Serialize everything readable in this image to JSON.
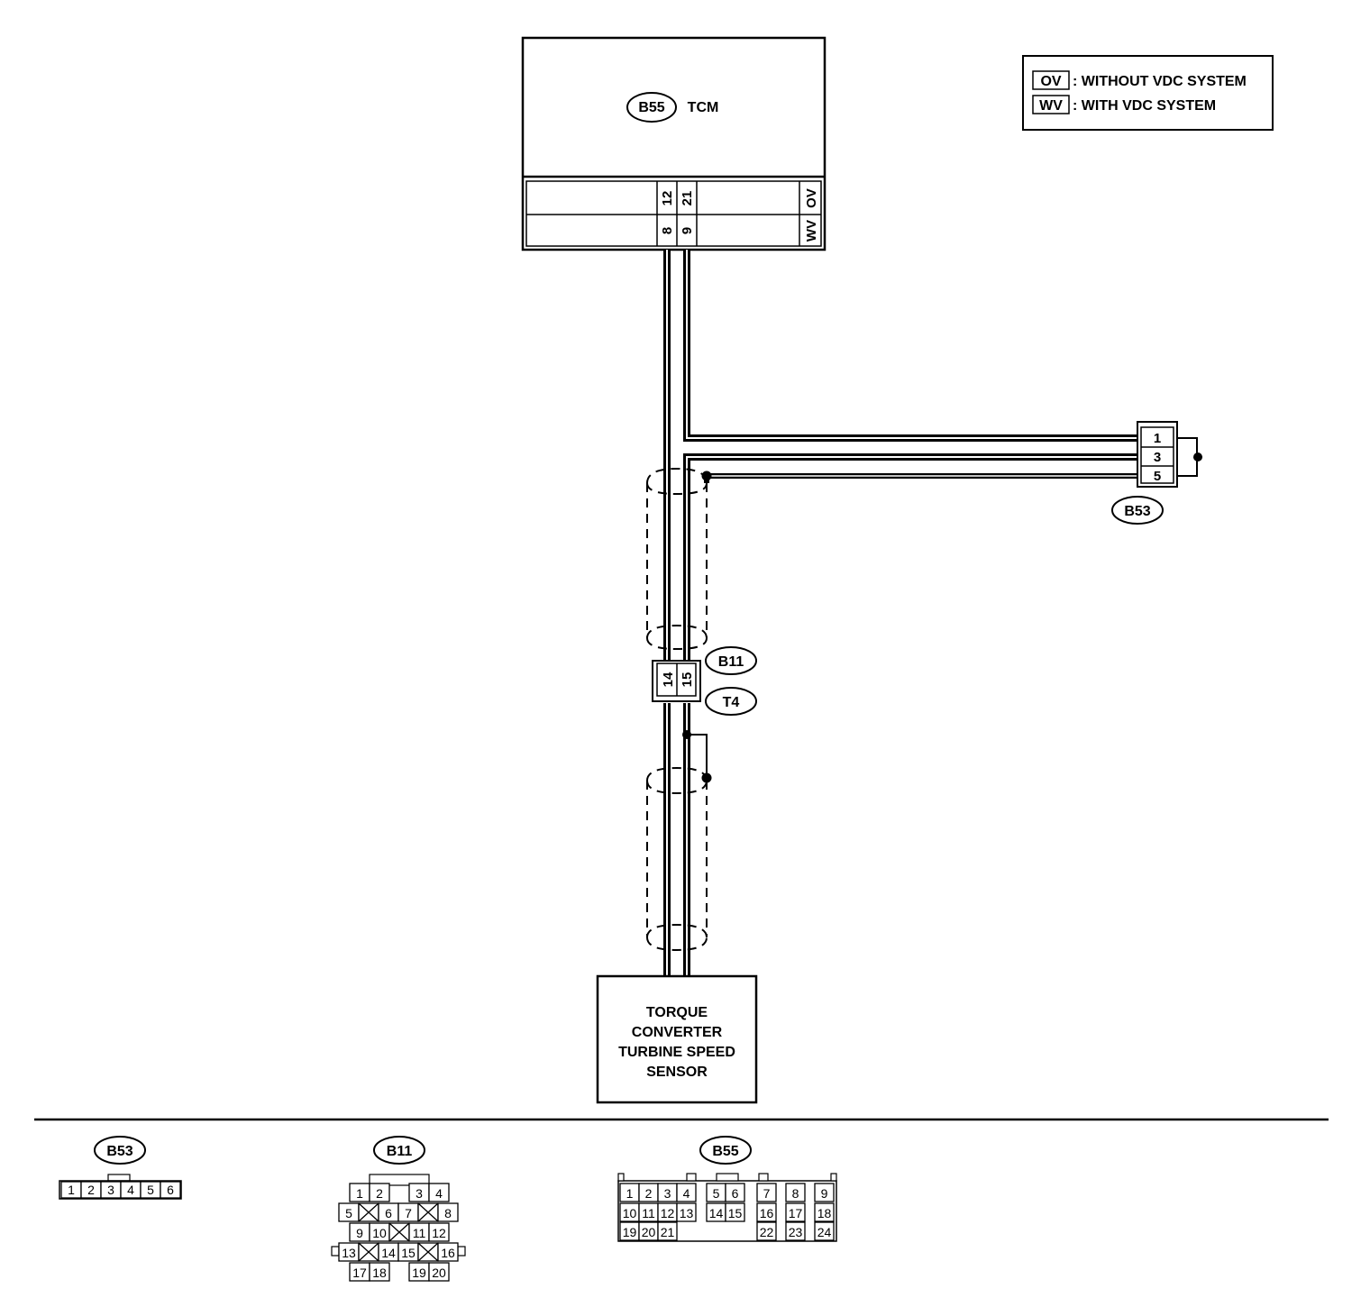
{
  "tcm": {
    "connector_id": "B55",
    "name": "TCM",
    "rows": [
      {
        "pins": [
          "12",
          "21"
        ],
        "variant": "OV"
      },
      {
        "pins": [
          "8",
          "9"
        ],
        "variant": "WV"
      }
    ]
  },
  "legend": [
    {
      "code": "OV",
      "text": ": WITHOUT VDC SYSTEM"
    },
    {
      "code": "WV",
      "text": ": WITH VDC SYSTEM"
    }
  ],
  "joint_connector": {
    "ids": [
      "B11",
      "T4"
    ],
    "pins": [
      "14",
      "15"
    ]
  },
  "b53_side": {
    "connector_id": "B53",
    "pins": [
      "1",
      "3",
      "5"
    ]
  },
  "sensor": {
    "lines": [
      "TORQUE",
      "CONVERTER",
      "TURBINE SPEED",
      "SENSOR"
    ]
  },
  "connector_faces": {
    "b53": {
      "id": "B53",
      "pins": [
        "1",
        "2",
        "3",
        "4",
        "5",
        "6"
      ]
    },
    "b11": {
      "id": "B11",
      "row1": [
        "1",
        "2",
        "3",
        "4"
      ],
      "row2": [
        "5",
        "6",
        "7",
        "8"
      ],
      "row3": [
        "9",
        "10",
        "11",
        "12"
      ],
      "row4": [
        "13",
        "14",
        "15",
        "16"
      ],
      "row5": [
        "17",
        "18",
        "19",
        "20"
      ]
    },
    "b55": {
      "id": "B55",
      "row1": [
        "1",
        "2",
        "3",
        "4",
        "5",
        "6",
        "7",
        "8",
        "9"
      ],
      "row2": [
        "10",
        "11",
        "12",
        "13",
        "14",
        "15",
        "16",
        "17",
        "18"
      ],
      "row3": [
        "19",
        "20",
        "21",
        "22",
        "23",
        "24"
      ]
    }
  }
}
